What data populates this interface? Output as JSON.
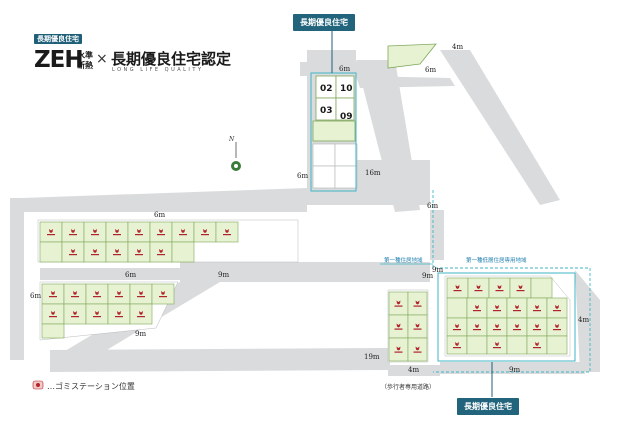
{
  "top_badge": "長期優良住宅",
  "logo": {
    "zeh": "ZEH",
    "zeh_sub_1": "水準",
    "zeh_sub_2": "断熱",
    "cross": "×",
    "certification": "長期優良住宅認定",
    "subtitle": "LONG LIFE QUALITY"
  },
  "callouts": {
    "top": "長期優良住宅",
    "bottom": "長期優良住宅"
  },
  "north": "N",
  "lot_numbers": [
    "02",
    "10",
    "03",
    "09"
  ],
  "road_widths": {
    "r_6m_north_top": "6m",
    "r_6m_north_right": "6m",
    "r_4m_north": "4m",
    "r_6m_center": "6m",
    "r_16m": "16m",
    "r_6m_west": "6m",
    "r_6m_mid": "6m",
    "r_9m_mid": "9m",
    "r_6m_left_edge": "6m",
    "r_9m_lower": "9m",
    "r_19m": "19m",
    "r_4m_bottom": "4m",
    "r_9m_east": "9m",
    "r_9m_bottom": "9m",
    "r_4m_right": "4m"
  },
  "zone_labels": {
    "zone_1": "第一種住居地域",
    "zone_2": "第一種低層住居専用地域"
  },
  "bottom_road_note": "（歩行者専用道路）",
  "legend": "…ゴミステーション位置",
  "colors": {
    "lot_fill": "#e7f2d3",
    "lot_border": "#7fa85a",
    "road": "#d8dadb",
    "accent": "#1f5f78",
    "boundary": "#3fb6c6",
    "marker": "#b2242c"
  }
}
